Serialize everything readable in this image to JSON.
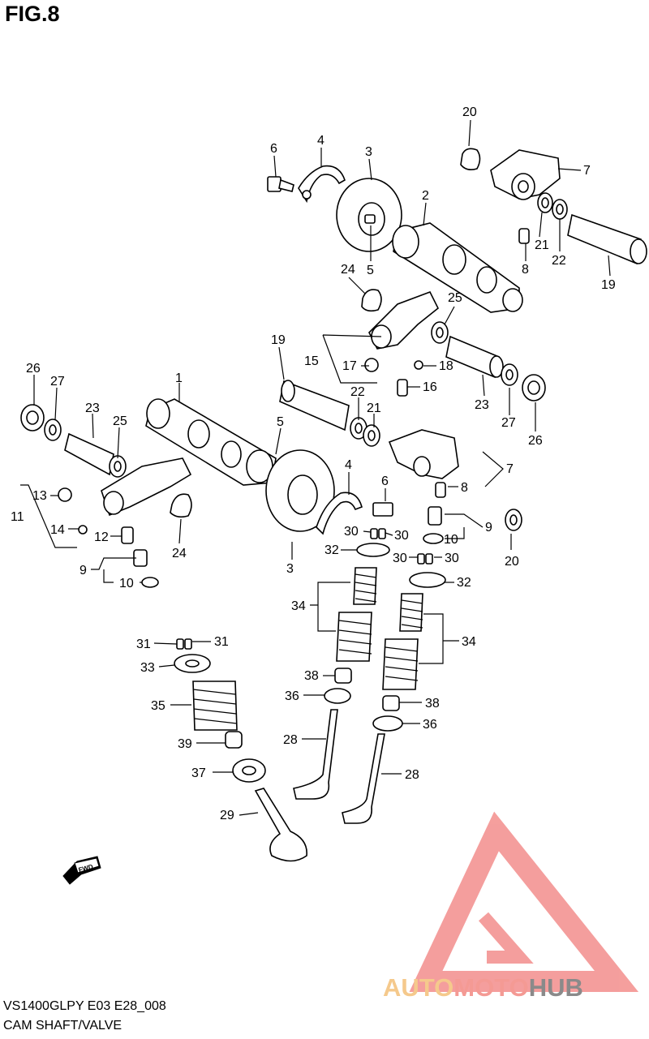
{
  "figure": {
    "title": "FIG.8"
  },
  "footer": {
    "model_code": "VS1400GLPY E03 E28_008",
    "section_title": "CAM SHAFT/VALVE"
  },
  "fwd_badge": {
    "label": "FWD"
  },
  "watermark": {
    "part1": "AUTO",
    "part2": "MOTO",
    "part3": "HUB",
    "colors": {
      "auto": "#f5c98c",
      "moto": "#f49a94",
      "hub": "#8a8a8a",
      "triangle": "#f38e8c"
    }
  },
  "callouts": [
    {
      "text": "20"
    },
    {
      "text": "7"
    },
    {
      "text": "6"
    },
    {
      "text": "4"
    },
    {
      "text": "3"
    },
    {
      "text": "2"
    },
    {
      "text": "21"
    },
    {
      "text": "22"
    },
    {
      "text": "8"
    },
    {
      "text": "19"
    },
    {
      "text": "5"
    },
    {
      "text": "24"
    },
    {
      "text": "25"
    },
    {
      "text": "19"
    },
    {
      "text": "15"
    },
    {
      "text": "17"
    },
    {
      "text": "18"
    },
    {
      "text": "16"
    },
    {
      "text": "22"
    },
    {
      "text": "21"
    },
    {
      "text": "23"
    },
    {
      "text": "27"
    },
    {
      "text": "26"
    },
    {
      "text": "26"
    },
    {
      "text": "27"
    },
    {
      "text": "1"
    },
    {
      "text": "23"
    },
    {
      "text": "25"
    },
    {
      "text": "5"
    },
    {
      "text": "7"
    },
    {
      "text": "13"
    },
    {
      "text": "11"
    },
    {
      "text": "14"
    },
    {
      "text": "12"
    },
    {
      "text": "24"
    },
    {
      "text": "9"
    },
    {
      "text": "10"
    },
    {
      "text": "4"
    },
    {
      "text": "6"
    },
    {
      "text": "8"
    },
    {
      "text": "30"
    },
    {
      "text": "30"
    },
    {
      "text": "9"
    },
    {
      "text": "10"
    },
    {
      "text": "20"
    },
    {
      "text": "3"
    },
    {
      "text": "32"
    },
    {
      "text": "30"
    },
    {
      "text": "30"
    },
    {
      "text": "32"
    },
    {
      "text": "34"
    },
    {
      "text": "34"
    },
    {
      "text": "31"
    },
    {
      "text": "31"
    },
    {
      "text": "33"
    },
    {
      "text": "38"
    },
    {
      "text": "36"
    },
    {
      "text": "35"
    },
    {
      "text": "38"
    },
    {
      "text": "36"
    },
    {
      "text": "28"
    },
    {
      "text": "39"
    },
    {
      "text": "37"
    },
    {
      "text": "28"
    },
    {
      "text": "29"
    }
  ]
}
